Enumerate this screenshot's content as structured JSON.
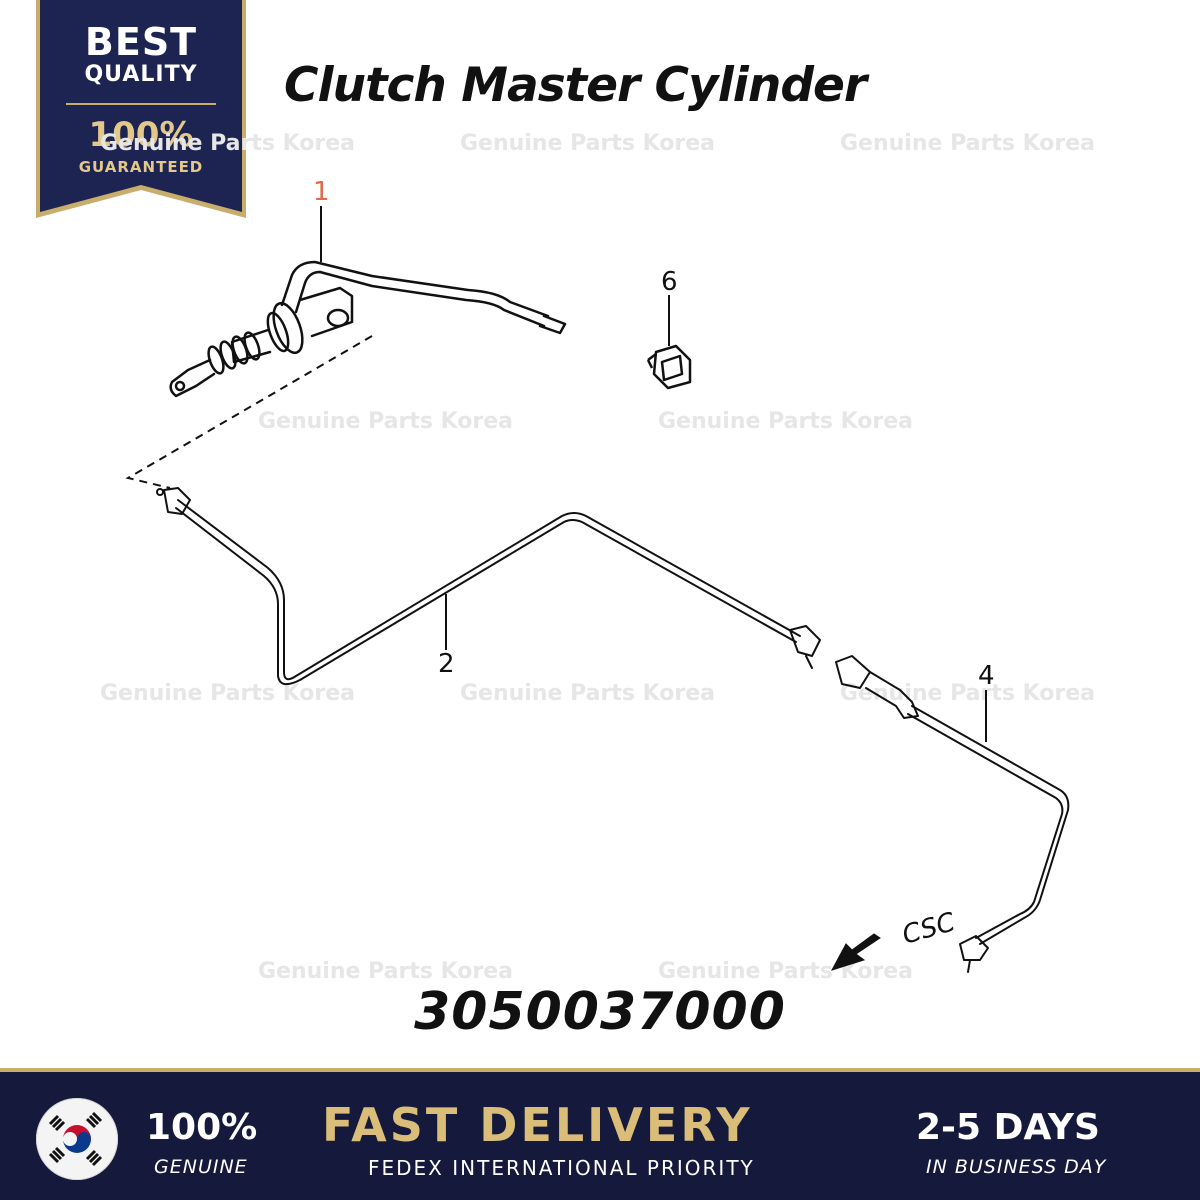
{
  "badge": {
    "line1": "BEST",
    "line2": "QUALITY",
    "line3": "100%",
    "line4": "GUARANTEED"
  },
  "title": "Clutch Master Cylinder",
  "watermark": "Genuine Parts Korea",
  "callouts": {
    "c1": "1",
    "c2": "2",
    "c4": "4",
    "c6": "6",
    "csc": "CSC"
  },
  "part_number": "3050037000",
  "footer": {
    "genuine_big": "100%",
    "genuine_small": "GENUINE",
    "delivery_big": "FAST DELIVERY",
    "delivery_small": "FEDEX INTERNATIONAL PRIORITY",
    "days_big": "2-5 DAYS",
    "days_small": "IN BUSINESS DAY"
  },
  "colors": {
    "navy": "#151a3c",
    "gold": "#c9ad6a",
    "callout_red": "#e06a4a"
  },
  "icons": {
    "flag": "south-korea-flag-icon",
    "arrow": "direction-arrow-icon"
  }
}
